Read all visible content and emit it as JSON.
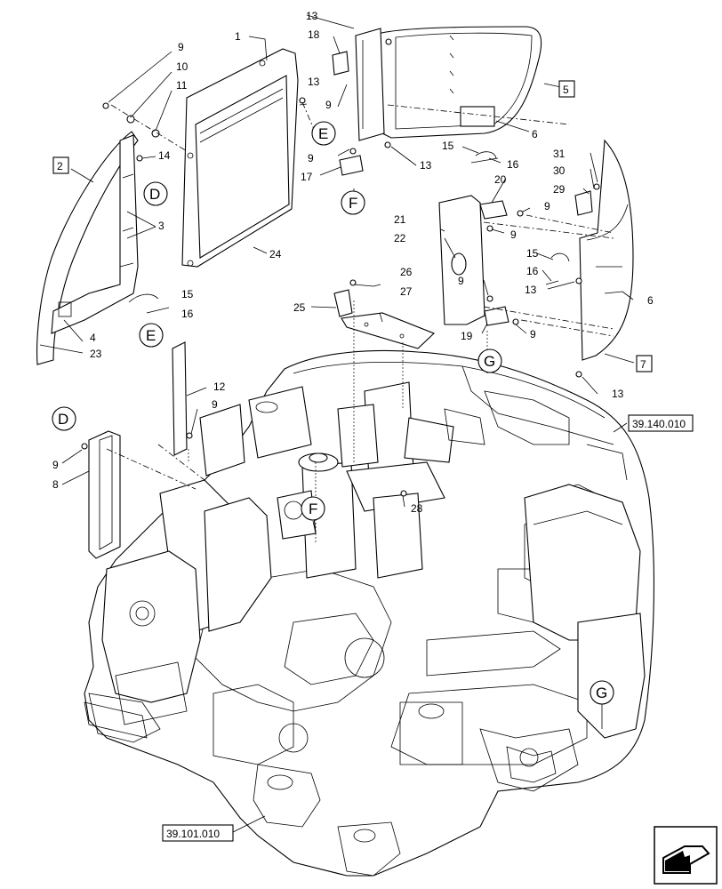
{
  "callouts": {
    "c1": "1",
    "c3": "3",
    "c4": "4",
    "c6a": "6",
    "c6b": "6",
    "c8": "8",
    "c9a": "9",
    "c9b": "9",
    "c9c": "9",
    "c9d": "9",
    "c9e": "9",
    "c9f": "9",
    "c9g": "9",
    "c9h": "9",
    "c9i": "9",
    "c10": "10",
    "c11": "11",
    "c12": "12",
    "c13a": "13",
    "c13b": "13",
    "c13c": "13",
    "c13d": "13",
    "c13e": "13",
    "c14": "14",
    "c15a": "15",
    "c15b": "15",
    "c15c": "15",
    "c16a": "16",
    "c16b": "16",
    "c16c": "16",
    "c17": "17",
    "c18": "18",
    "c19": "19",
    "c20": "20",
    "c21": "21",
    "c22": "22",
    "c23": "23",
    "c24": "24",
    "c25": "25",
    "c26": "26",
    "c27": "27",
    "c28": "28",
    "c29": "29",
    "c30": "30",
    "c31": "31"
  },
  "boxed": {
    "b2": "2",
    "b5": "5",
    "b7": "7"
  },
  "circled": {
    "d1": "D",
    "d2": "D",
    "e1": "E",
    "e2": "E",
    "f1": "F",
    "f2": "F",
    "g1": "G",
    "g2": "G"
  },
  "refs": {
    "r1": "39.140.010",
    "r2": "39.101.010"
  },
  "nav_icon": "arrow-icon"
}
